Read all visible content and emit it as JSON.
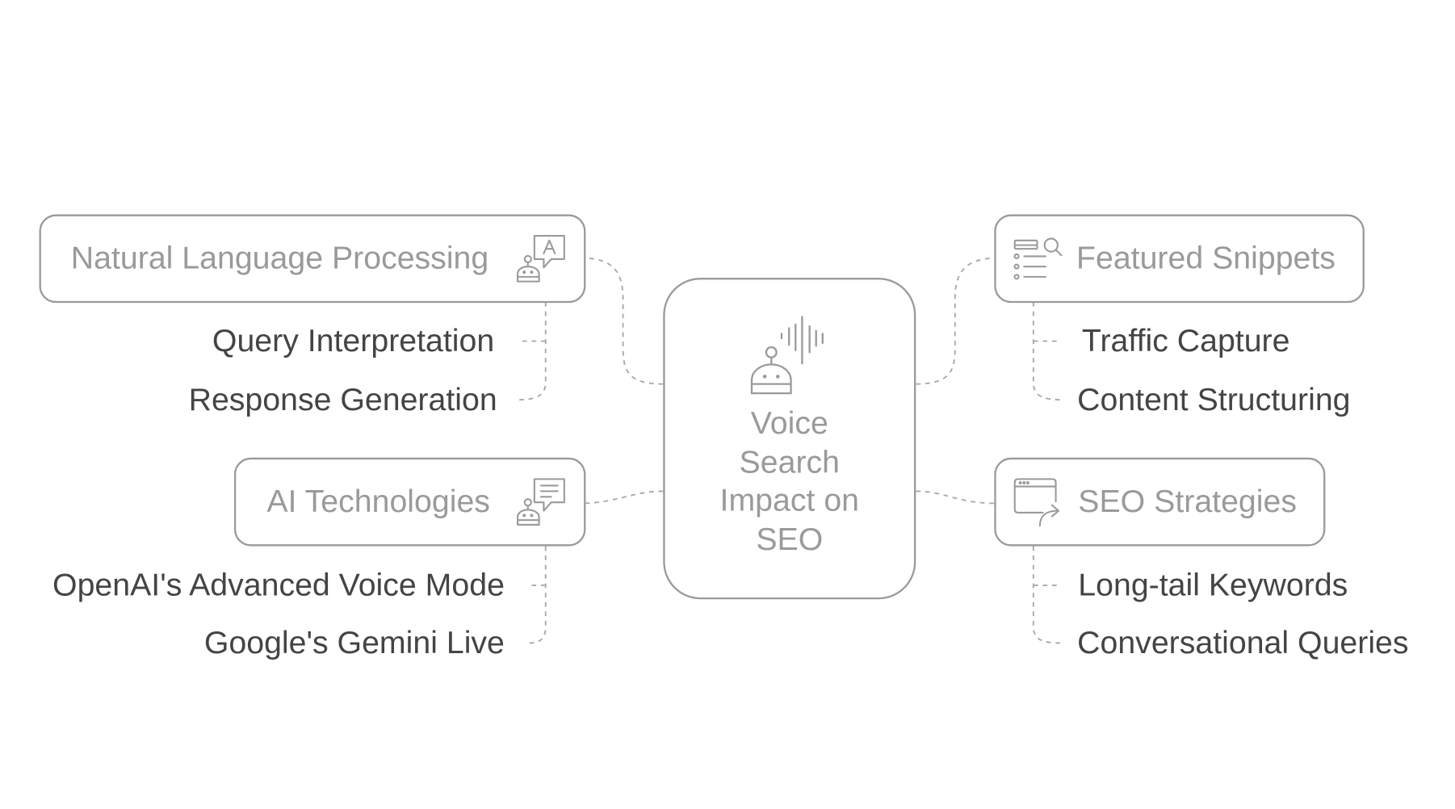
{
  "diagram": {
    "center": {
      "title_lines": [
        "Voice",
        "Search",
        "Impact on",
        "SEO"
      ],
      "icon": "robot-voice-wave-icon"
    },
    "branches": [
      {
        "id": "nlp",
        "label": "Natural Language Processing",
        "icon": "robot-chat-letter-icon",
        "side": "left",
        "children": [
          "Query Interpretation",
          "Response Generation"
        ]
      },
      {
        "id": "ai-tech",
        "label": "AI Technologies",
        "icon": "robot-chat-lines-icon",
        "side": "left",
        "children": [
          "OpenAI's Advanced Voice Mode",
          "Google's Gemini Live"
        ]
      },
      {
        "id": "snippets",
        "label": "Featured Snippets",
        "icon": "list-search-icon",
        "side": "right",
        "children": [
          "Traffic Capture",
          "Content Structuring"
        ]
      },
      {
        "id": "seo",
        "label": "SEO Strategies",
        "icon": "browser-share-arrow-icon",
        "side": "right",
        "children": [
          "Long-tail Keywords",
          "Conversational Queries"
        ]
      }
    ],
    "colors": {
      "stroke": "#9a9a9a",
      "branch_text": "#9a9a9a",
      "leaf_text": "#444444",
      "connector": "#a8a8a8"
    }
  }
}
